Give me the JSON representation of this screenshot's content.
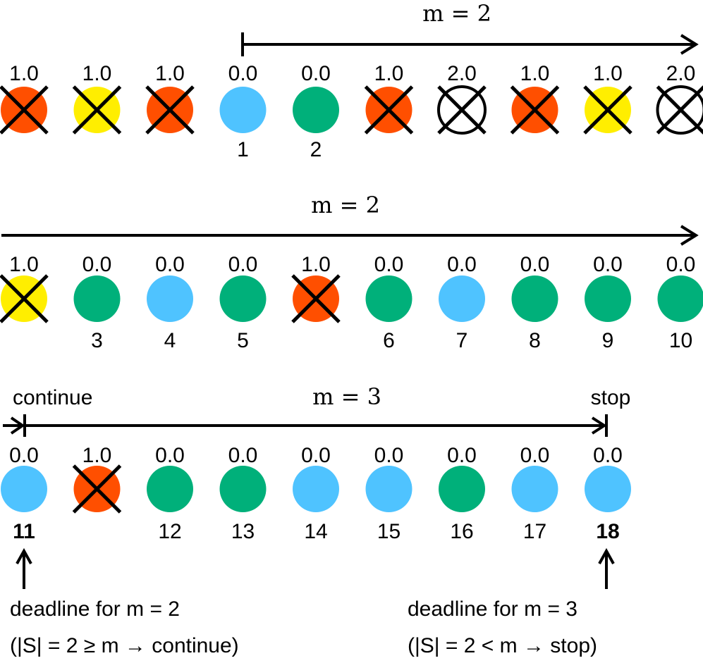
{
  "colors": {
    "red": "#ff4f00",
    "yellow": "#ffee00",
    "blue": "#4fc3ff",
    "green": "#00b07a",
    "white": "#ffffff",
    "line": "#000000"
  },
  "rows": [
    {
      "m_label": "m = 2",
      "circles": [
        {
          "score": "1.0",
          "color": "red",
          "crossed": true,
          "index": "",
          "bold": false
        },
        {
          "score": "1.0",
          "color": "yellow",
          "crossed": true,
          "index": "",
          "bold": false
        },
        {
          "score": "1.0",
          "color": "red",
          "crossed": true,
          "index": "",
          "bold": false
        },
        {
          "score": "0.0",
          "color": "blue",
          "crossed": false,
          "index": "1",
          "bold": false
        },
        {
          "score": "0.0",
          "color": "green",
          "crossed": false,
          "index": "2",
          "bold": false
        },
        {
          "score": "1.0",
          "color": "red",
          "crossed": true,
          "index": "",
          "bold": false
        },
        {
          "score": "2.0",
          "color": "white",
          "crossed": true,
          "index": "",
          "bold": false
        },
        {
          "score": "1.0",
          "color": "red",
          "crossed": true,
          "index": "",
          "bold": false
        },
        {
          "score": "1.0",
          "color": "yellow",
          "crossed": true,
          "index": "",
          "bold": false
        },
        {
          "score": "2.0",
          "color": "white",
          "crossed": true,
          "index": "",
          "bold": false
        }
      ]
    },
    {
      "m_label": "m = 2",
      "circles": [
        {
          "score": "1.0",
          "color": "yellow",
          "crossed": true,
          "index": "",
          "bold": false
        },
        {
          "score": "0.0",
          "color": "green",
          "crossed": false,
          "index": "3",
          "bold": false
        },
        {
          "score": "0.0",
          "color": "blue",
          "crossed": false,
          "index": "4",
          "bold": false
        },
        {
          "score": "0.0",
          "color": "green",
          "crossed": false,
          "index": "5",
          "bold": false
        },
        {
          "score": "1.0",
          "color": "red",
          "crossed": true,
          "index": "",
          "bold": false
        },
        {
          "score": "0.0",
          "color": "green",
          "crossed": false,
          "index": "6",
          "bold": false
        },
        {
          "score": "0.0",
          "color": "blue",
          "crossed": false,
          "index": "7",
          "bold": false
        },
        {
          "score": "0.0",
          "color": "green",
          "crossed": false,
          "index": "8",
          "bold": false
        },
        {
          "score": "0.0",
          "color": "green",
          "crossed": false,
          "index": "9",
          "bold": false
        },
        {
          "score": "0.0",
          "color": "green",
          "crossed": false,
          "index": "10",
          "bold": false
        }
      ]
    },
    {
      "m_label": "m = 3",
      "left_label": "continue",
      "right_label": "stop",
      "circles": [
        {
          "score": "0.0",
          "color": "blue",
          "crossed": false,
          "index": "11",
          "bold": true
        },
        {
          "score": "1.0",
          "color": "red",
          "crossed": true,
          "index": "",
          "bold": false
        },
        {
          "score": "0.0",
          "color": "green",
          "crossed": false,
          "index": "12",
          "bold": false
        },
        {
          "score": "0.0",
          "color": "green",
          "crossed": false,
          "index": "13",
          "bold": false
        },
        {
          "score": "0.0",
          "color": "blue",
          "crossed": false,
          "index": "14",
          "bold": false
        },
        {
          "score": "0.0",
          "color": "blue",
          "crossed": false,
          "index": "15",
          "bold": false
        },
        {
          "score": "0.0",
          "color": "green",
          "crossed": false,
          "index": "16",
          "bold": false
        },
        {
          "score": "0.0",
          "color": "blue",
          "crossed": false,
          "index": "17",
          "bold": false
        },
        {
          "score": "0.0",
          "color": "blue",
          "crossed": false,
          "index": "18",
          "bold": true
        }
      ]
    }
  ],
  "notes": {
    "left_line1": "deadline for m = 2",
    "left_line2": "(|S| = 2 ≥ m → continue)",
    "right_line1": "deadline for m = 3",
    "right_line2": "(|S| = 2 < m → stop)"
  }
}
